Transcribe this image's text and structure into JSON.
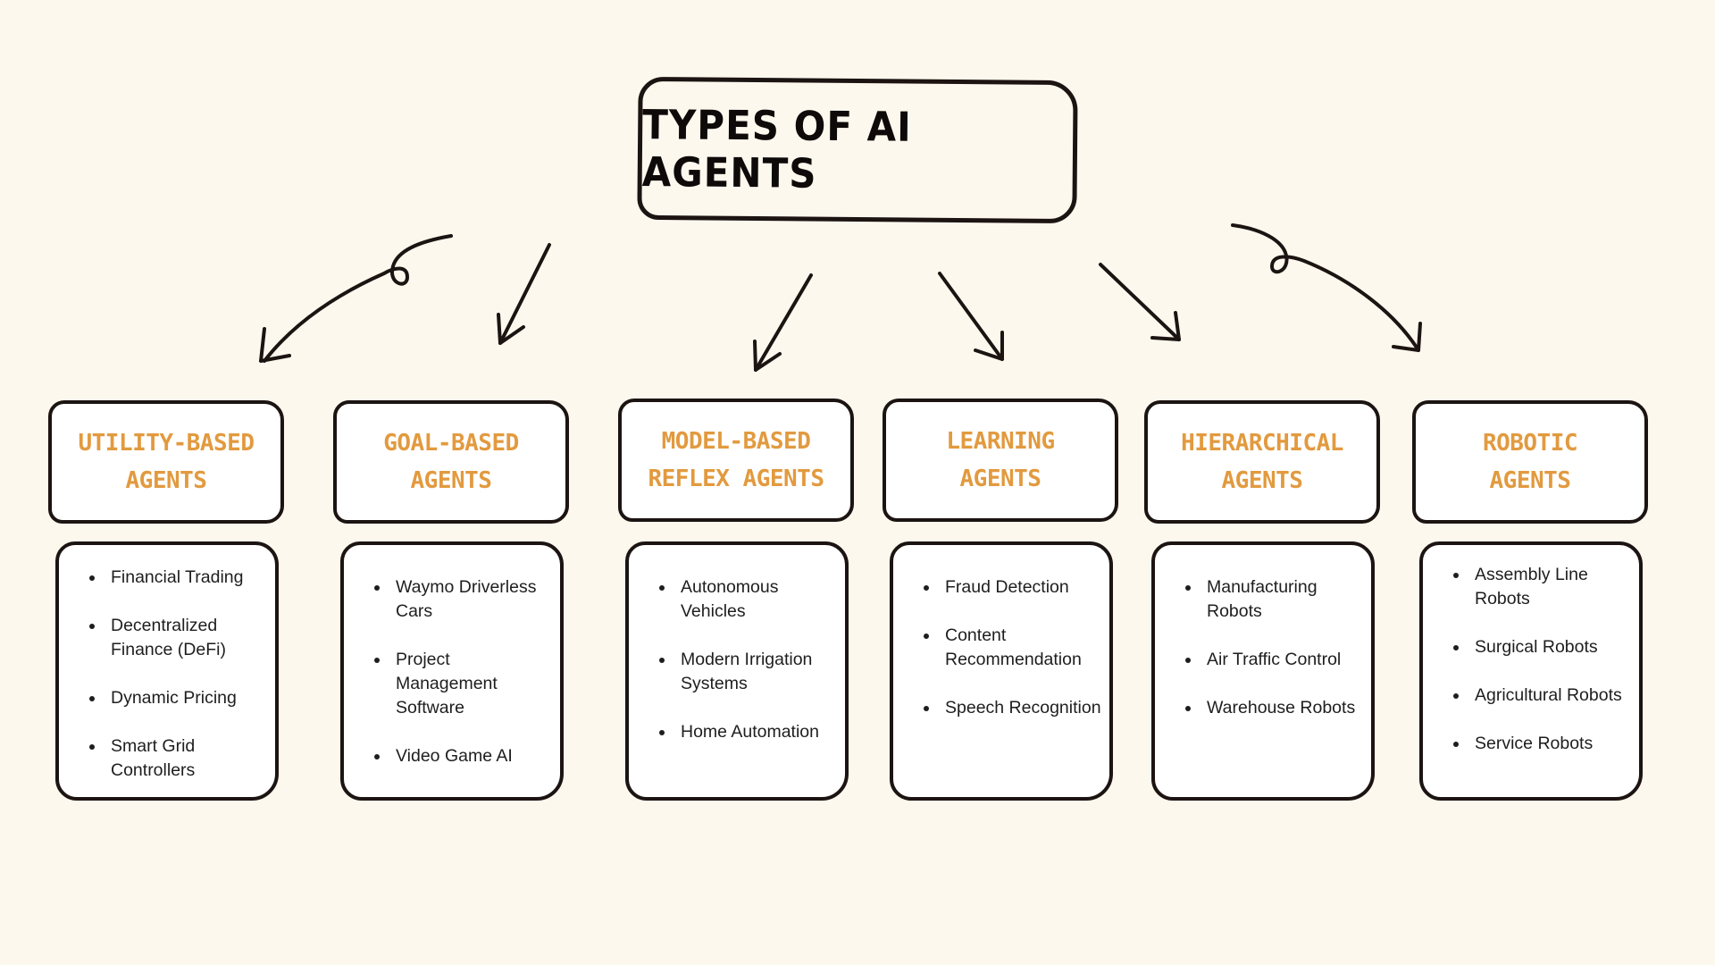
{
  "title": "TYPES OF AI AGENTS",
  "colors": {
    "background": "#fdf8ee",
    "outline": "#1c1412",
    "category_text": "#e29a3f",
    "title_text": "#0d0a09",
    "body_text": "#1e1e1e"
  },
  "categories": [
    {
      "lines": [
        "UTILITY-BASED",
        "AGENTS"
      ],
      "examples": [
        "Financial Trading",
        "Decentralized Finance (DeFi)",
        "Dynamic Pricing",
        "Smart Grid Controllers"
      ]
    },
    {
      "lines": [
        "GOAL-BASED",
        "AGENTS"
      ],
      "examples": [
        "Waymo Driverless Cars",
        "Project Management Software",
        "Video Game AI"
      ]
    },
    {
      "lines": [
        "MODEL-BASED",
        "REFLEX AGENTS"
      ],
      "examples": [
        "Autonomous Vehicles",
        "Modern Irrigation Systems",
        "Home Automation"
      ]
    },
    {
      "lines": [
        "LEARNING",
        "AGENTS"
      ],
      "examples": [
        "Fraud Detection",
        "Content Recommendation",
        "Speech Recognition"
      ]
    },
    {
      "lines": [
        "HIERARCHICAL",
        "AGENTS"
      ],
      "examples": [
        "Manufacturing Robots",
        "Air Traffic Control",
        "Warehouse Robots"
      ]
    },
    {
      "lines": [
        "ROBOTIC",
        "AGENTS"
      ],
      "examples": [
        "Assembly Line Robots",
        "Surgical Robots",
        "Agricultural Robots",
        "Service Robots"
      ]
    }
  ]
}
